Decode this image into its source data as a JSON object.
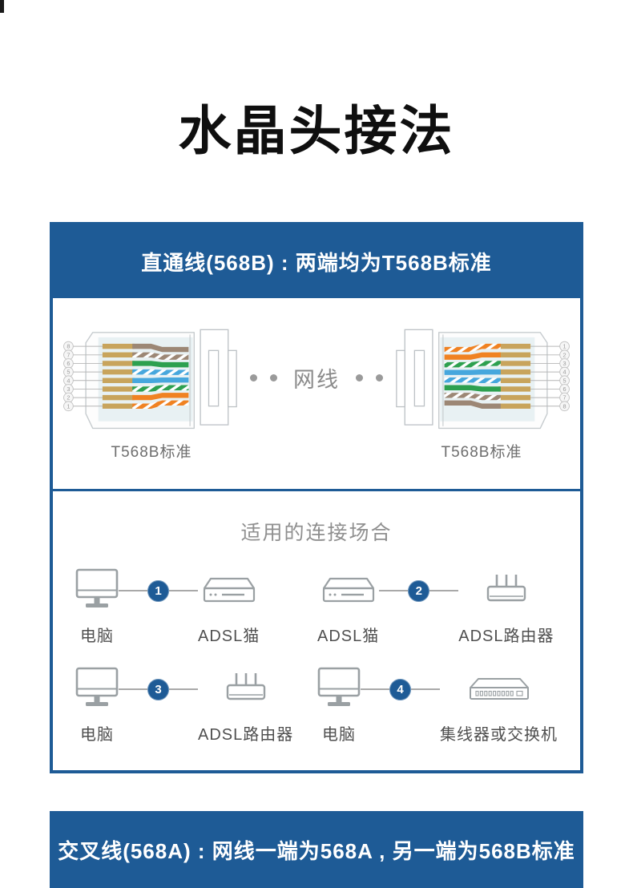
{
  "title": "水晶头接法",
  "colors": {
    "accent_blue": "#1e5b96",
    "wire_orange": "#f08222",
    "wire_green": "#2da04f",
    "wire_blue": "#46a7dd",
    "wire_brown": "#9c8775",
    "pin_gold": "#c8a45c",
    "icon_gray": "#9aa0a3"
  },
  "straight_section": {
    "header": "直通线(568B) : 两端均为T568B标准",
    "cable_label": "网线",
    "left_connector": {
      "label": "T568B标准",
      "pin_numbers_top_to_bottom": [
        8,
        7,
        6,
        5,
        4,
        3,
        2,
        1
      ]
    },
    "right_connector": {
      "label": "T568B标准",
      "pin_numbers_top_to_bottom": [
        1,
        2,
        3,
        4,
        5,
        6,
        7,
        8
      ]
    },
    "t568b_pinout": [
      {
        "pin": 1,
        "wire": "white-orange",
        "style": "striped",
        "color": "#f08222"
      },
      {
        "pin": 2,
        "wire": "orange",
        "style": "solid",
        "color": "#f08222"
      },
      {
        "pin": 3,
        "wire": "white-green",
        "style": "striped",
        "color": "#2da04f"
      },
      {
        "pin": 4,
        "wire": "blue",
        "style": "solid",
        "color": "#46a7dd"
      },
      {
        "pin": 5,
        "wire": "white-blue",
        "style": "striped",
        "color": "#46a7dd"
      },
      {
        "pin": 6,
        "wire": "green",
        "style": "solid",
        "color": "#2da04f"
      },
      {
        "pin": 7,
        "wire": "white-brown",
        "style": "striped",
        "color": "#9c8775"
      },
      {
        "pin": 8,
        "wire": "brown",
        "style": "solid",
        "color": "#9c8775"
      }
    ]
  },
  "scenarios_section": {
    "title": "适用的连接场合",
    "scenarios": [
      {
        "number": "1",
        "from": {
          "icon": "computer",
          "label": "电脑"
        },
        "to": {
          "icon": "modem",
          "label": "ADSL猫"
        }
      },
      {
        "number": "2",
        "from": {
          "icon": "modem",
          "label": "ADSL猫"
        },
        "to": {
          "icon": "router",
          "label": "ADSL路由器"
        }
      },
      {
        "number": "3",
        "from": {
          "icon": "computer",
          "label": "电脑"
        },
        "to": {
          "icon": "router",
          "label": "ADSL路由器"
        }
      },
      {
        "number": "4",
        "from": {
          "icon": "computer",
          "label": "电脑"
        },
        "to": {
          "icon": "switch",
          "label": "集线器或交换机"
        }
      }
    ]
  },
  "crossover_section": {
    "header": "交叉线(568A) : 网线一端为568A , 另一端为568B标准"
  }
}
